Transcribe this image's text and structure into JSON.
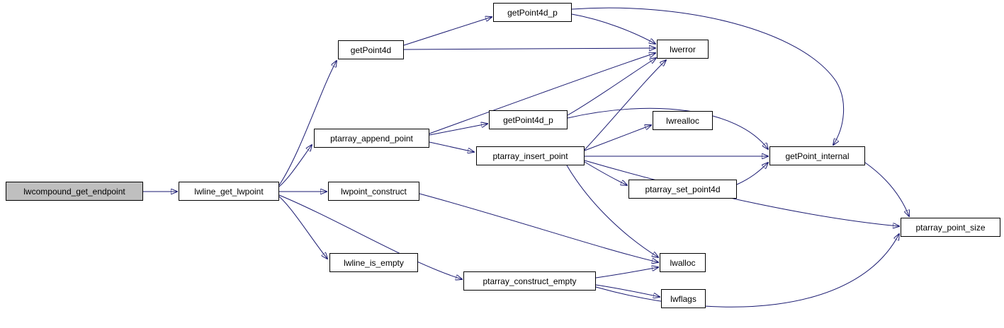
{
  "diagram": {
    "type": "call-graph",
    "colors": {
      "edge": "#191970",
      "node_border": "#000000",
      "node_fill": "#ffffff",
      "highlight_fill": "#bfbfbf",
      "background": "#ffffff"
    },
    "nodes": [
      {
        "id": "lwcompound_get_endpoint",
        "label": "lwcompound_get_endpoint",
        "highlighted": true
      },
      {
        "id": "lwline_get_lwpoint",
        "label": "lwline_get_lwpoint",
        "highlighted": false
      },
      {
        "id": "getPoint4d",
        "label": "getPoint4d",
        "highlighted": false
      },
      {
        "id": "getPoint4d_p_1",
        "label": "getPoint4d_p",
        "highlighted": false
      },
      {
        "id": "lwerror",
        "label": "lwerror",
        "highlighted": false
      },
      {
        "id": "ptarray_append_point",
        "label": "ptarray_append_point",
        "highlighted": false
      },
      {
        "id": "getPoint4d_p_2",
        "label": "getPoint4d_p",
        "highlighted": false
      },
      {
        "id": "ptarray_insert_point",
        "label": "ptarray_insert_point",
        "highlighted": false
      },
      {
        "id": "lwrealloc",
        "label": "lwrealloc",
        "highlighted": false
      },
      {
        "id": "getPoint_internal",
        "label": "getPoint_internal",
        "highlighted": false
      },
      {
        "id": "ptarray_set_point4d",
        "label": "ptarray_set_point4d",
        "highlighted": false
      },
      {
        "id": "lwpoint_construct",
        "label": "lwpoint_construct",
        "highlighted": false
      },
      {
        "id": "lwline_is_empty",
        "label": "lwline_is_empty",
        "highlighted": false
      },
      {
        "id": "ptarray_construct_empty",
        "label": "ptarray_construct_empty",
        "highlighted": false
      },
      {
        "id": "lwalloc",
        "label": "lwalloc",
        "highlighted": false
      },
      {
        "id": "lwflags",
        "label": "lwflags",
        "highlighted": false
      },
      {
        "id": "ptarray_point_size",
        "label": "ptarray_point_size",
        "highlighted": false
      }
    ],
    "edges": [
      {
        "from": "lwcompound_get_endpoint",
        "to": "lwline_get_lwpoint"
      },
      {
        "from": "lwline_get_lwpoint",
        "to": "getPoint4d"
      },
      {
        "from": "lwline_get_lwpoint",
        "to": "ptarray_append_point"
      },
      {
        "from": "lwline_get_lwpoint",
        "to": "lwpoint_construct"
      },
      {
        "from": "lwline_get_lwpoint",
        "to": "lwline_is_empty"
      },
      {
        "from": "lwline_get_lwpoint",
        "to": "ptarray_construct_empty"
      },
      {
        "from": "getPoint4d",
        "to": "getPoint4d_p_1"
      },
      {
        "from": "getPoint4d",
        "to": "lwerror"
      },
      {
        "from": "getPoint4d_p_1",
        "to": "lwerror"
      },
      {
        "from": "getPoint4d_p_1",
        "to": "getPoint_internal"
      },
      {
        "from": "ptarray_append_point",
        "to": "getPoint4d_p_2"
      },
      {
        "from": "ptarray_append_point",
        "to": "ptarray_insert_point"
      },
      {
        "from": "ptarray_append_point",
        "to": "lwerror"
      },
      {
        "from": "getPoint4d_p_2",
        "to": "lwerror"
      },
      {
        "from": "getPoint4d_p_2",
        "to": "getPoint_internal"
      },
      {
        "from": "ptarray_insert_point",
        "to": "lwerror"
      },
      {
        "from": "ptarray_insert_point",
        "to": "lwrealloc"
      },
      {
        "from": "ptarray_insert_point",
        "to": "getPoint_internal"
      },
      {
        "from": "ptarray_insert_point",
        "to": "ptarray_set_point4d"
      },
      {
        "from": "ptarray_insert_point",
        "to": "ptarray_point_size"
      },
      {
        "from": "ptarray_insert_point",
        "to": "lwalloc"
      },
      {
        "from": "ptarray_set_point4d",
        "to": "getPoint_internal"
      },
      {
        "from": "getPoint_internal",
        "to": "ptarray_point_size"
      },
      {
        "from": "lwpoint_construct",
        "to": "lwalloc"
      },
      {
        "from": "ptarray_construct_empty",
        "to": "lwalloc"
      },
      {
        "from": "ptarray_construct_empty",
        "to": "lwflags"
      },
      {
        "from": "ptarray_construct_empty",
        "to": "ptarray_point_size"
      }
    ]
  }
}
